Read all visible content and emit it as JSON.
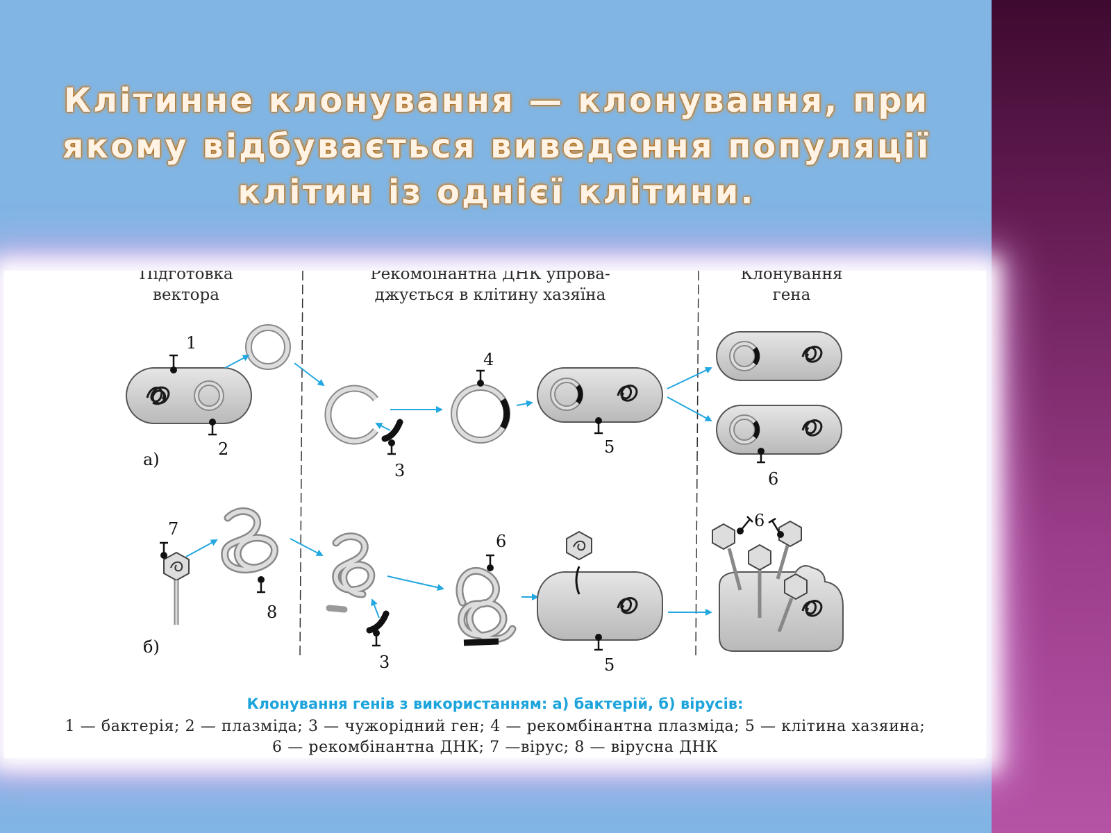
{
  "title": "Клітинне клонування — клонування, при якому відбувається виведення популяції клітин із однієї клітини.",
  "colors": {
    "background": "#80b5e4",
    "side_band_top": "#3e0a30",
    "side_band_bottom": "#b553a5",
    "title_text": "#fff3e6",
    "arrow": "#22a7e0",
    "caption_title": "#1ca4db"
  },
  "diagram": {
    "columns": [
      {
        "line1": "Підготовка",
        "line2": "вектора"
      },
      {
        "line1": "Рекомбінантна ДНК упрова-",
        "line2": "джується в клітину хазяїна"
      },
      {
        "line1": "Клонування",
        "line2": "гена"
      }
    ],
    "rows": [
      {
        "label": "а)"
      },
      {
        "label": "б)"
      }
    ],
    "numbers": [
      "1",
      "2",
      "3",
      "4",
      "5",
      "6",
      "7",
      "8"
    ]
  },
  "caption": {
    "title": "Клонування генів з використанням: а) бактерій, б) вірусів:",
    "line1": "1 — бактерія; 2 — плазміда; 3 — чужорідний ген; 4 —   рекомбінантна плазміда; 5 — клітина хазяина;",
    "line2": "6 — рекомбінантна ДНК; 7 —вірус; 8 — вірусна ДНК"
  }
}
